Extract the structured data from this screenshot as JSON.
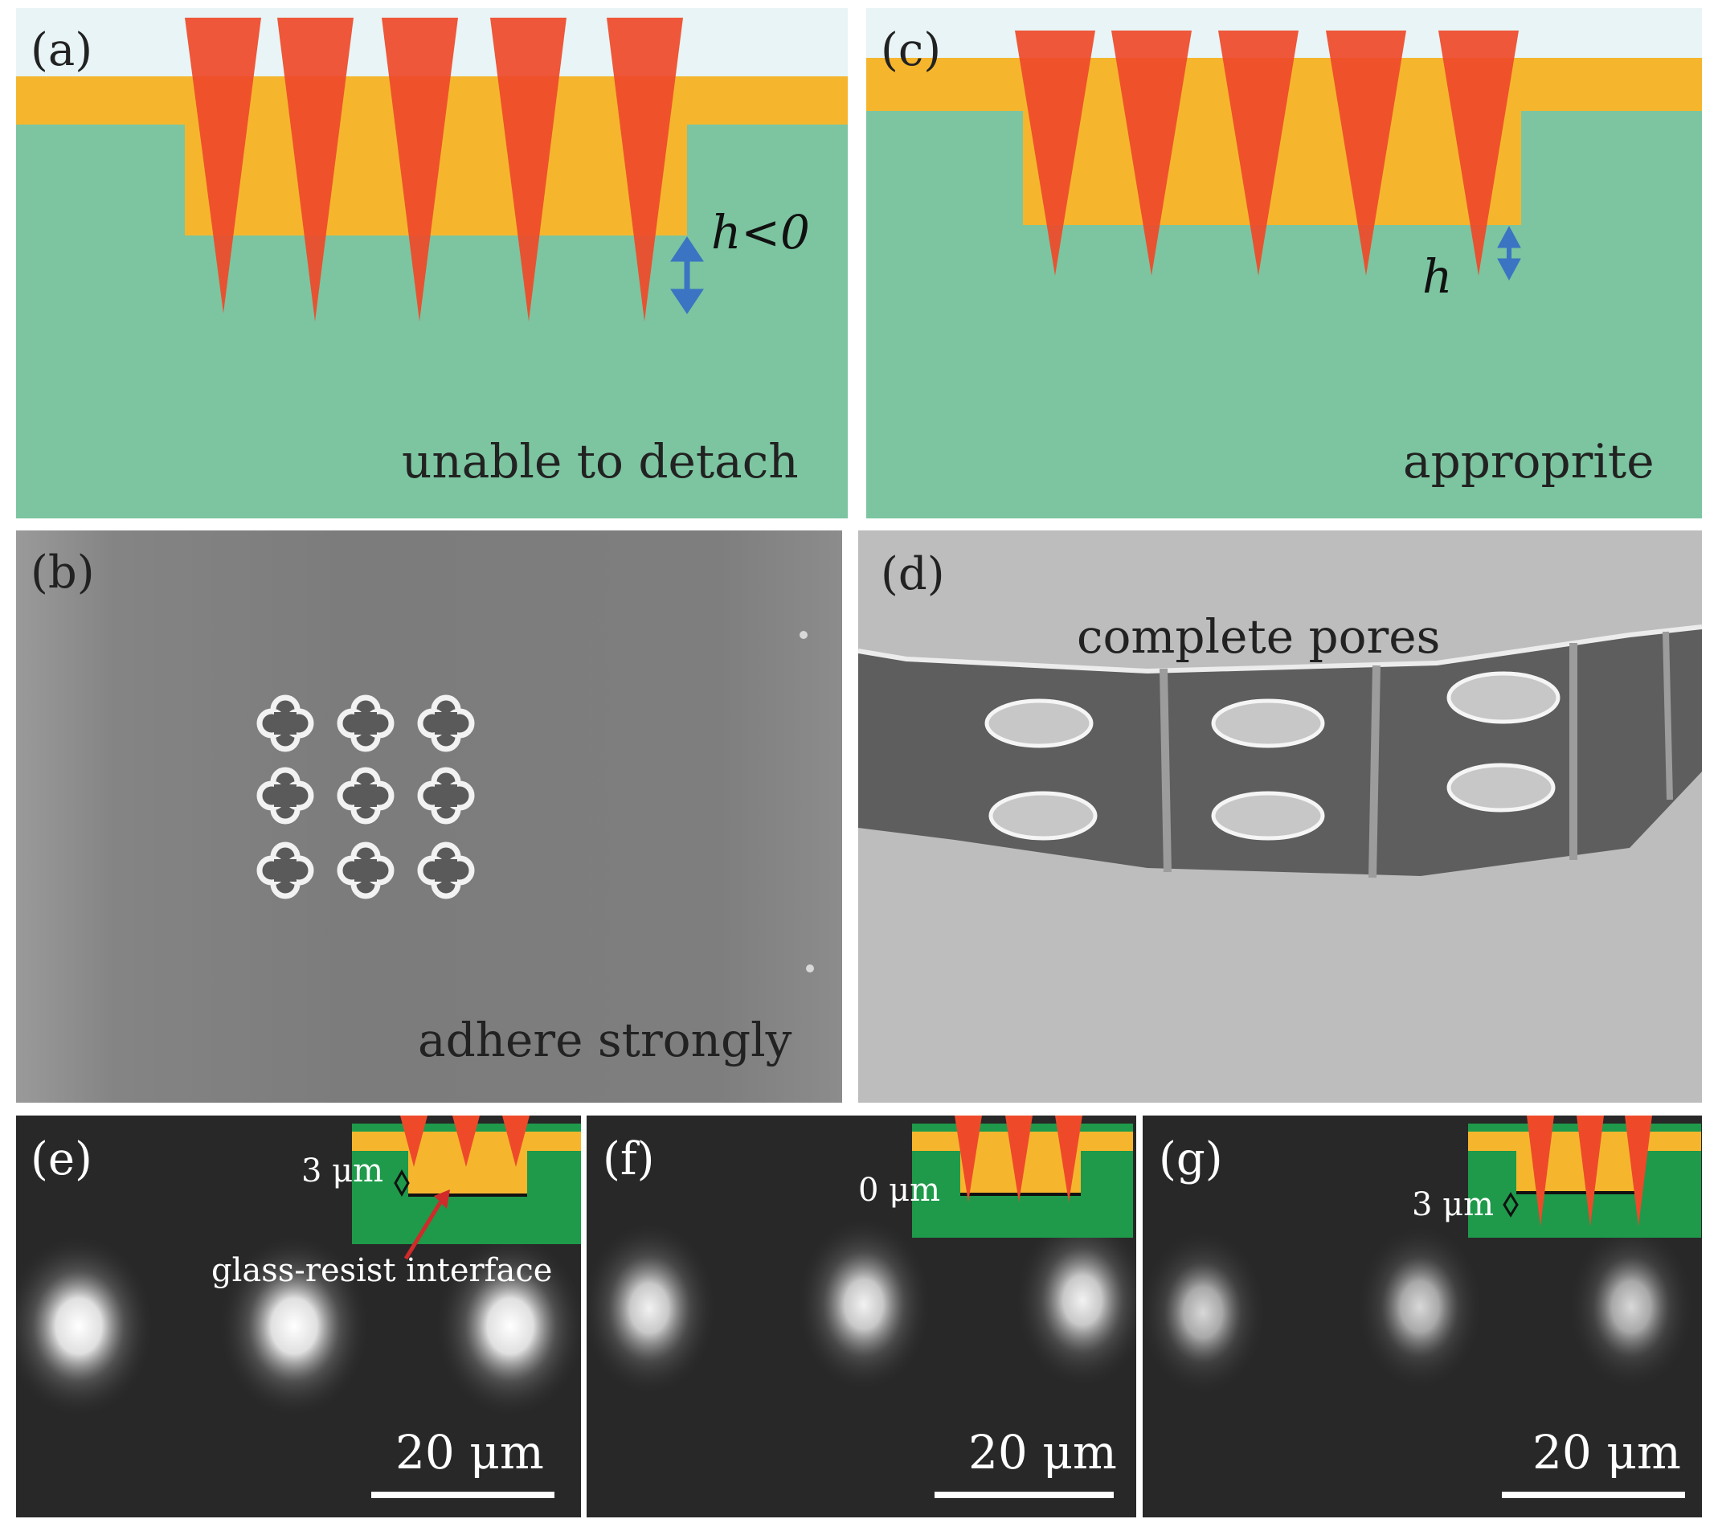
{
  "panels": {
    "a": {
      "label": "(a)",
      "caption": "unable to detach",
      "height_label": "h<0"
    },
    "b": {
      "label": "(b)",
      "caption": "adhere strongly"
    },
    "c": {
      "label": "(c)",
      "caption": "approprite",
      "height_label": "h"
    },
    "d": {
      "label": "(d)",
      "caption": "complete pores"
    },
    "e": {
      "label": "(e)",
      "offset_label": "3 μm",
      "interface_label": "glass-resist interface",
      "scale_label": "20 μm"
    },
    "f": {
      "label": "(f)",
      "offset_label": "0 μm",
      "scale_label": "20 μm"
    },
    "g": {
      "label": "(g)",
      "offset_label": "3 μm",
      "scale_label": "20 μm"
    }
  },
  "colors": {
    "substrate": "#7cc5a0",
    "resist": "#f5b62e",
    "cone": "#ee4a2a",
    "arrow": "#3a74c2",
    "inset_substrate": "#1e9a4a",
    "sem_gray": "#7f7f7f",
    "fluorescence_bg": "#282828"
  },
  "icons": {
    "height_arrow": "double-arrow-icon",
    "interface_pointer": "red-arrow-icon"
  }
}
